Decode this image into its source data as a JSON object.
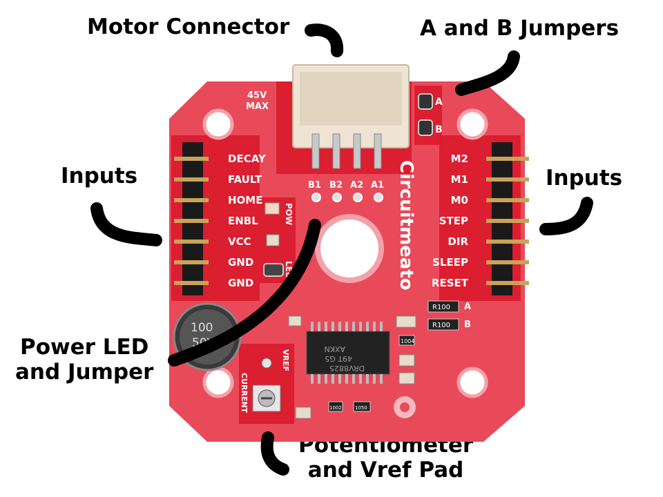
{
  "callouts": {
    "motor_connector": "Motor Connector",
    "ab_jumpers": "A and B Jumpers",
    "inputs_left": "Inputs",
    "inputs_right": "Inputs",
    "power_led_line1": "Power LED",
    "power_led_line2": "and Jumper",
    "pot_line1": "Potentiometer",
    "pot_line2": "and Vref Pad"
  },
  "board": {
    "voltage_label_1": "45V",
    "voltage_label_2": "MAX",
    "left_pins": [
      "DECAY",
      "FAULT",
      "HOME",
      "ENBL",
      "VCC",
      "GND",
      "GND"
    ],
    "right_pins": [
      "M2",
      "M1",
      "M0",
      "STEP",
      "DIR",
      "SLEEP",
      "RESET"
    ],
    "motor_pins": [
      "B1",
      "B2",
      "A2",
      "A1"
    ],
    "jumper_a": "A",
    "jumper_b": "B",
    "pow_label": "POW",
    "led_label": "LED",
    "brand": "Circuitmeato",
    "vref_label": "VREF",
    "current_label": "CURRENT",
    "chip_line1": "DRV8825",
    "chip_line2": "49T G5",
    "chip_line3": "AXKN",
    "res_a": "R100",
    "res_b": "R100",
    "res_a_tag": "A",
    "res_b_tag": "B",
    "cap_top": "100",
    "cap_bottom": "50V",
    "small_res_1": "1004",
    "small_res_2": "1002",
    "small_res_3": "1050"
  },
  "colors": {
    "board_red": "#e84a5a",
    "silk_red": "#d21e2e",
    "highlight_red": "#d9192b",
    "ink": "#000000"
  }
}
